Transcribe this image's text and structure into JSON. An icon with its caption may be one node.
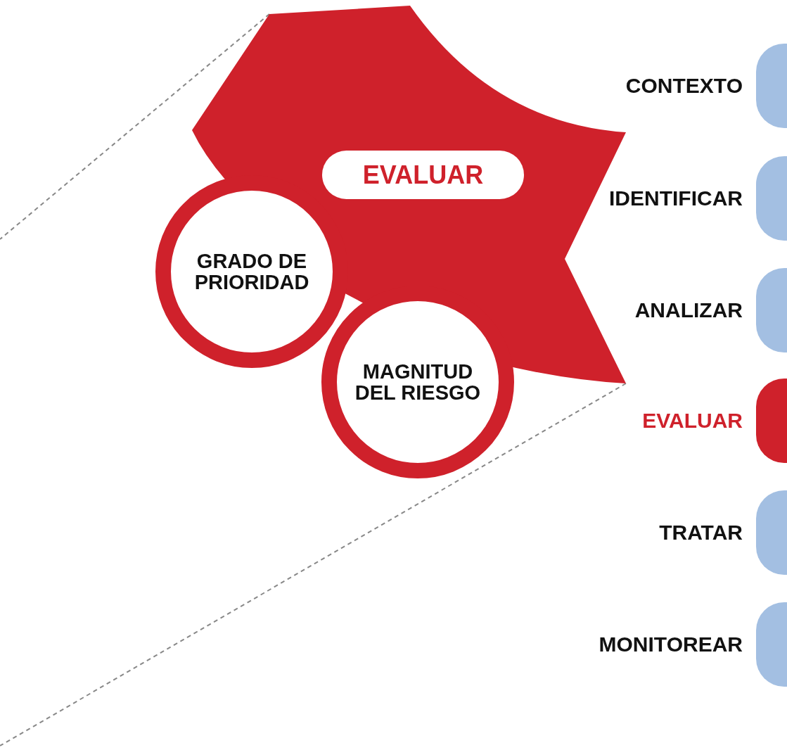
{
  "diagram": {
    "nodes": [
      {
        "text": [],
        "shape": "polygon"
      },
      {
        "text": [
          "EVALUAR"
        ],
        "in": 0
      },
      {
        "text": [
          "GRADO DE PRIORIDAD"
        ]
      },
      {
        "text": [
          "MAGNITUD DEL RIESGO"
        ]
      },
      {
        "text": [],
        "shape": "box",
        "beside": [
          "CONTEXTO"
        ]
      },
      {
        "text": [],
        "shape": "box",
        "beside": [
          "IDENTIFICAR"
        ]
      },
      {
        "text": [],
        "shape": "box",
        "beside": [
          "ANALIZAR"
        ]
      },
      {
        "text": [],
        "shape": "box",
        "beside": [
          "EVALUAR"
        ]
      },
      {
        "text": [],
        "shape": "box",
        "beside": [
          "TRATAR"
        ]
      },
      {
        "text": [],
        "shape": "box",
        "beside": [
          "MONITOREAR"
        ]
      }
    ],
    "edges": []
  }
}
